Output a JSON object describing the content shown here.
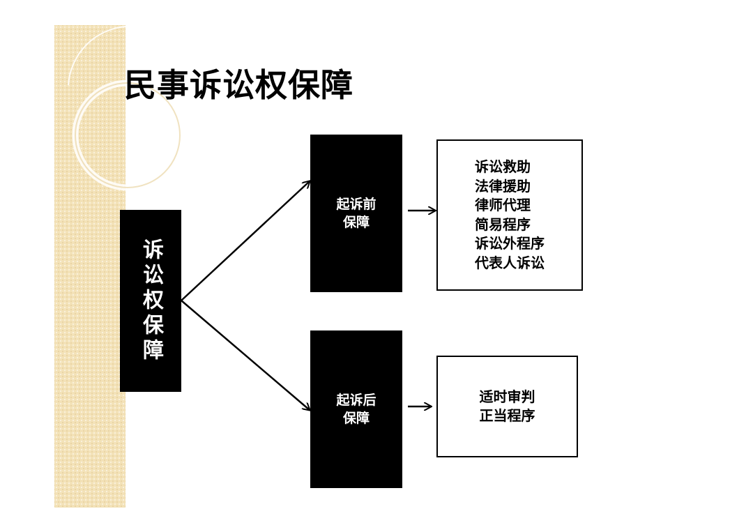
{
  "title": "民事诉讼权保障",
  "root": {
    "label": "诉讼权保障"
  },
  "branches": [
    {
      "label": "起诉前\n保障",
      "items": [
        "诉讼救助",
        "法律援助",
        "律师代理",
        "简易程序",
        "诉讼外程序",
        "代表人诉讼"
      ]
    },
    {
      "label": "起诉后\n保障",
      "items": [
        "适时审判",
        "正当程序"
      ]
    }
  ],
  "colors": {
    "box_fill": "#000000",
    "box_text": "#ffffff",
    "accent_band": "#f3e2b8",
    "line": "#000000"
  }
}
